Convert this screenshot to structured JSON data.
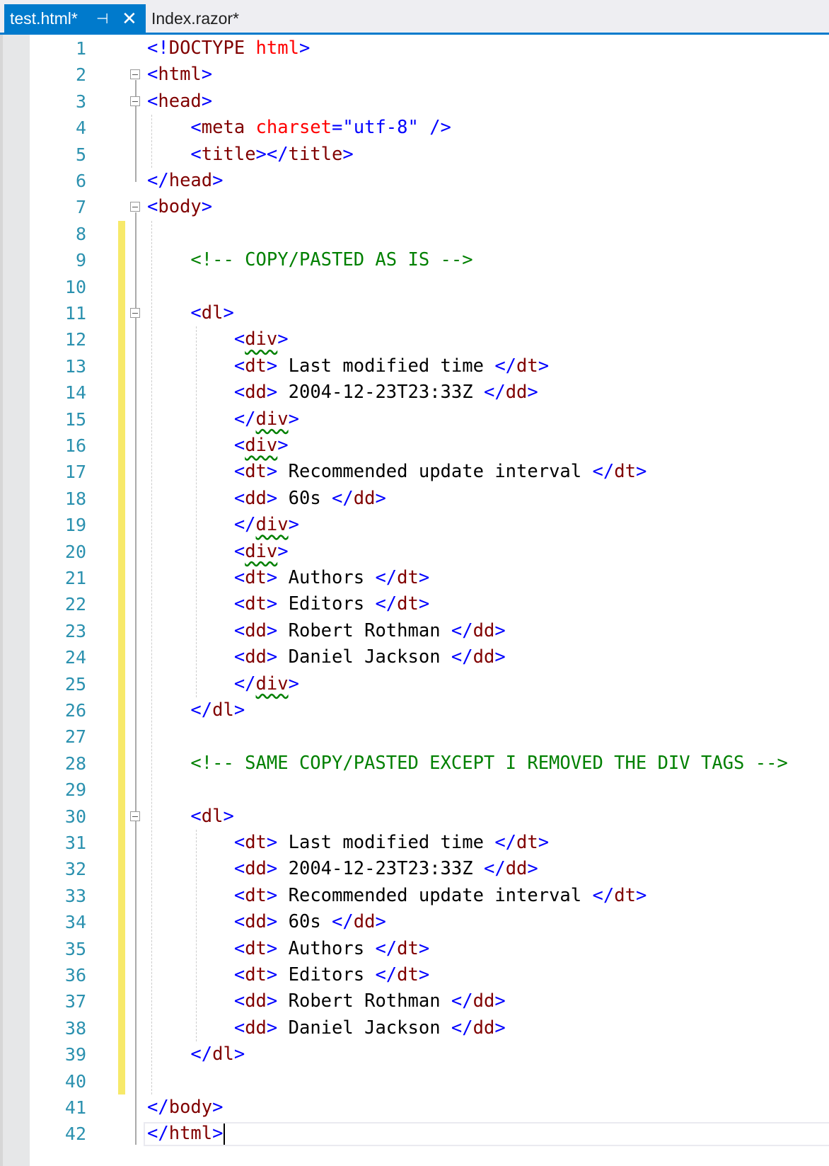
{
  "tabs": [
    {
      "label": "test.html*",
      "active": true
    },
    {
      "label": "Index.razor*",
      "active": false
    }
  ],
  "tab_icons": {
    "pin": "⊣",
    "close": "✕"
  },
  "lines": [
    [
      [
        "t",
        "<!"
      ],
      [
        "n",
        "DOCTYPE "
      ],
      [
        "a",
        "html"
      ],
      [
        "t",
        ">"
      ]
    ],
    [
      [
        "t",
        "<"
      ],
      [
        "n",
        "html"
      ],
      [
        "t",
        ">"
      ]
    ],
    [
      [
        "t",
        "<"
      ],
      [
        "n",
        "head"
      ],
      [
        "t",
        ">"
      ]
    ],
    [
      [
        "x",
        "    "
      ],
      [
        "t",
        "<"
      ],
      [
        "n",
        "meta "
      ],
      [
        "a",
        "charset"
      ],
      [
        "t",
        "=\""
      ],
      [
        "v",
        "utf-8"
      ],
      [
        "t",
        "\" />"
      ]
    ],
    [
      [
        "x",
        "    "
      ],
      [
        "t",
        "<"
      ],
      [
        "n",
        "title"
      ],
      [
        "t",
        "></"
      ],
      [
        "n",
        "title"
      ],
      [
        "t",
        ">"
      ]
    ],
    [
      [
        "t",
        "</"
      ],
      [
        "n",
        "head"
      ],
      [
        "t",
        ">"
      ]
    ],
    [
      [
        "t",
        "<"
      ],
      [
        "n",
        "body"
      ],
      [
        "t",
        ">"
      ]
    ],
    [],
    [
      [
        "x",
        "    "
      ],
      [
        "c",
        "<!-- COPY/PASTED AS IS -->"
      ]
    ],
    [],
    [
      [
        "x",
        "    "
      ],
      [
        "t",
        "<"
      ],
      [
        "n",
        "dl"
      ],
      [
        "t",
        ">"
      ]
    ],
    [
      [
        "x",
        "        "
      ],
      [
        "t",
        "<"
      ],
      [
        "ns",
        "div"
      ],
      [
        "t",
        ">"
      ]
    ],
    [
      [
        "x",
        "        "
      ],
      [
        "t",
        "<"
      ],
      [
        "n",
        "dt"
      ],
      [
        "t",
        "> "
      ],
      [
        "x",
        "Last modified time "
      ],
      [
        "t",
        "</"
      ],
      [
        "n",
        "dt"
      ],
      [
        "t",
        ">"
      ]
    ],
    [
      [
        "x",
        "        "
      ],
      [
        "t",
        "<"
      ],
      [
        "n",
        "dd"
      ],
      [
        "t",
        "> "
      ],
      [
        "x",
        "2004-12-23T23:33Z "
      ],
      [
        "t",
        "</"
      ],
      [
        "n",
        "dd"
      ],
      [
        "t",
        ">"
      ]
    ],
    [
      [
        "x",
        "        "
      ],
      [
        "t",
        "</"
      ],
      [
        "ns",
        "div"
      ],
      [
        "t",
        ">"
      ]
    ],
    [
      [
        "x",
        "        "
      ],
      [
        "t",
        "<"
      ],
      [
        "ns",
        "div"
      ],
      [
        "t",
        ">"
      ]
    ],
    [
      [
        "x",
        "        "
      ],
      [
        "t",
        "<"
      ],
      [
        "n",
        "dt"
      ],
      [
        "t",
        "> "
      ],
      [
        "x",
        "Recommended update interval "
      ],
      [
        "t",
        "</"
      ],
      [
        "n",
        "dt"
      ],
      [
        "t",
        ">"
      ]
    ],
    [
      [
        "x",
        "        "
      ],
      [
        "t",
        "<"
      ],
      [
        "n",
        "dd"
      ],
      [
        "t",
        "> "
      ],
      [
        "x",
        "60s "
      ],
      [
        "t",
        "</"
      ],
      [
        "n",
        "dd"
      ],
      [
        "t",
        ">"
      ]
    ],
    [
      [
        "x",
        "        "
      ],
      [
        "t",
        "</"
      ],
      [
        "ns",
        "div"
      ],
      [
        "t",
        ">"
      ]
    ],
    [
      [
        "x",
        "        "
      ],
      [
        "t",
        "<"
      ],
      [
        "ns",
        "div"
      ],
      [
        "t",
        ">"
      ]
    ],
    [
      [
        "x",
        "        "
      ],
      [
        "t",
        "<"
      ],
      [
        "n",
        "dt"
      ],
      [
        "t",
        "> "
      ],
      [
        "x",
        "Authors "
      ],
      [
        "t",
        "</"
      ],
      [
        "n",
        "dt"
      ],
      [
        "t",
        ">"
      ]
    ],
    [
      [
        "x",
        "        "
      ],
      [
        "t",
        "<"
      ],
      [
        "n",
        "dt"
      ],
      [
        "t",
        "> "
      ],
      [
        "x",
        "Editors "
      ],
      [
        "t",
        "</"
      ],
      [
        "n",
        "dt"
      ],
      [
        "t",
        ">"
      ]
    ],
    [
      [
        "x",
        "        "
      ],
      [
        "t",
        "<"
      ],
      [
        "n",
        "dd"
      ],
      [
        "t",
        "> "
      ],
      [
        "x",
        "Robert Rothman "
      ],
      [
        "t",
        "</"
      ],
      [
        "n",
        "dd"
      ],
      [
        "t",
        ">"
      ]
    ],
    [
      [
        "x",
        "        "
      ],
      [
        "t",
        "<"
      ],
      [
        "n",
        "dd"
      ],
      [
        "t",
        "> "
      ],
      [
        "x",
        "Daniel Jackson "
      ],
      [
        "t",
        "</"
      ],
      [
        "n",
        "dd"
      ],
      [
        "t",
        ">"
      ]
    ],
    [
      [
        "x",
        "        "
      ],
      [
        "t",
        "</"
      ],
      [
        "ns",
        "div"
      ],
      [
        "t",
        ">"
      ]
    ],
    [
      [
        "x",
        "    "
      ],
      [
        "t",
        "</"
      ],
      [
        "n",
        "dl"
      ],
      [
        "t",
        ">"
      ]
    ],
    [],
    [
      [
        "x",
        "    "
      ],
      [
        "c",
        "<!-- SAME COPY/PASTED EXCEPT I REMOVED THE DIV TAGS -->"
      ]
    ],
    [],
    [
      [
        "x",
        "    "
      ],
      [
        "t",
        "<"
      ],
      [
        "n",
        "dl"
      ],
      [
        "t",
        ">"
      ]
    ],
    [
      [
        "x",
        "        "
      ],
      [
        "t",
        "<"
      ],
      [
        "n",
        "dt"
      ],
      [
        "t",
        "> "
      ],
      [
        "x",
        "Last modified time "
      ],
      [
        "t",
        "</"
      ],
      [
        "n",
        "dt"
      ],
      [
        "t",
        ">"
      ]
    ],
    [
      [
        "x",
        "        "
      ],
      [
        "t",
        "<"
      ],
      [
        "n",
        "dd"
      ],
      [
        "t",
        "> "
      ],
      [
        "x",
        "2004-12-23T23:33Z "
      ],
      [
        "t",
        "</"
      ],
      [
        "n",
        "dd"
      ],
      [
        "t",
        ">"
      ]
    ],
    [
      [
        "x",
        "        "
      ],
      [
        "t",
        "<"
      ],
      [
        "n",
        "dt"
      ],
      [
        "t",
        "> "
      ],
      [
        "x",
        "Recommended update interval "
      ],
      [
        "t",
        "</"
      ],
      [
        "n",
        "dt"
      ],
      [
        "t",
        ">"
      ]
    ],
    [
      [
        "x",
        "        "
      ],
      [
        "t",
        "<"
      ],
      [
        "n",
        "dd"
      ],
      [
        "t",
        "> "
      ],
      [
        "x",
        "60s "
      ],
      [
        "t",
        "</"
      ],
      [
        "n",
        "dd"
      ],
      [
        "t",
        ">"
      ]
    ],
    [
      [
        "x",
        "        "
      ],
      [
        "t",
        "<"
      ],
      [
        "n",
        "dt"
      ],
      [
        "t",
        "> "
      ],
      [
        "x",
        "Authors "
      ],
      [
        "t",
        "</"
      ],
      [
        "n",
        "dt"
      ],
      [
        "t",
        ">"
      ]
    ],
    [
      [
        "x",
        "        "
      ],
      [
        "t",
        "<"
      ],
      [
        "n",
        "dt"
      ],
      [
        "t",
        "> "
      ],
      [
        "x",
        "Editors "
      ],
      [
        "t",
        "</"
      ],
      [
        "n",
        "dt"
      ],
      [
        "t",
        ">"
      ]
    ],
    [
      [
        "x",
        "        "
      ],
      [
        "t",
        "<"
      ],
      [
        "n",
        "dd"
      ],
      [
        "t",
        "> "
      ],
      [
        "x",
        "Robert Rothman "
      ],
      [
        "t",
        "</"
      ],
      [
        "n",
        "dd"
      ],
      [
        "t",
        ">"
      ]
    ],
    [
      [
        "x",
        "        "
      ],
      [
        "t",
        "<"
      ],
      [
        "n",
        "dd"
      ],
      [
        "t",
        "> "
      ],
      [
        "x",
        "Daniel Jackson "
      ],
      [
        "t",
        "</"
      ],
      [
        "n",
        "dd"
      ],
      [
        "t",
        ">"
      ]
    ],
    [
      [
        "x",
        "    "
      ],
      [
        "t",
        "</"
      ],
      [
        "n",
        "dl"
      ],
      [
        "t",
        ">"
      ]
    ],
    [],
    [
      [
        "t",
        "</"
      ],
      [
        "n",
        "body"
      ],
      [
        "t",
        ">"
      ]
    ],
    [
      [
        "t",
        "</"
      ],
      [
        "n",
        "html"
      ],
      [
        "t",
        ">"
      ]
    ]
  ],
  "fold_lines": [
    2,
    3,
    7,
    11,
    30
  ],
  "modified_range": [
    8,
    40
  ],
  "caret_line": 42
}
